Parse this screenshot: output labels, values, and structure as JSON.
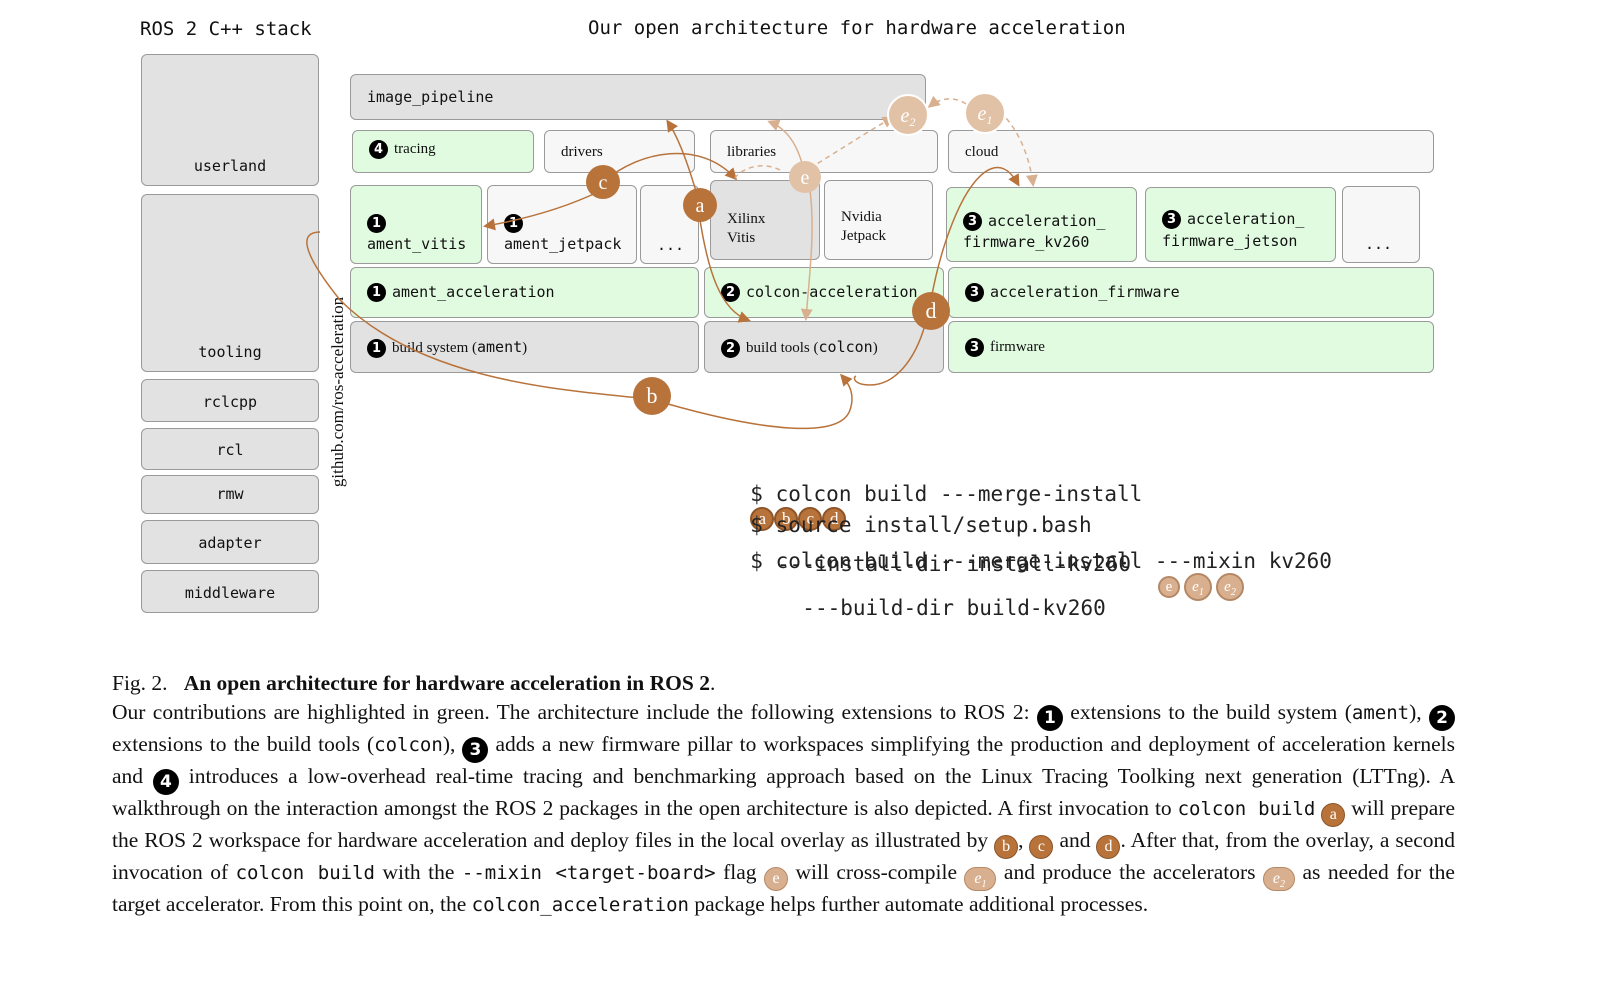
{
  "stack": {
    "title": "ROS 2 C++ stack",
    "layers": [
      "userland",
      "tooling",
      "rclcpp",
      "rcl",
      "rmw",
      "adapter",
      "middleware"
    ]
  },
  "arch": {
    "title": "Our open architecture for hardware acceleration",
    "repo_label": "github.com/ros-acceleration",
    "image_pipeline": "image_pipeline",
    "tracing": "tracing",
    "drivers": "drivers",
    "libraries": "libraries",
    "cloud": "cloud",
    "ament_vitis": "ament_vitis",
    "ament_jetpack": "ament_jetpack",
    "ellipsis": "...",
    "xilinx_vitis": [
      "Xilinx",
      "Vitis"
    ],
    "nvidia_jetpack": [
      "Nvidia",
      "Jetpack"
    ],
    "fw_kv260": [
      "acceleration_",
      "firmware_kv260"
    ],
    "fw_jetson": [
      "acceleration_",
      "firmware_jetson"
    ],
    "ament_acceleration": "ament_acceleration",
    "colcon_acceleration": "colcon-acceleration",
    "acceleration_firmware": "acceleration_firmware",
    "build_system_pre": "build system (",
    "build_system_mono": "ament",
    "build_system_post": ")",
    "build_tools_pre": "build tools (",
    "build_tools_mono": "colcon",
    "build_tools_post": ")",
    "firmware": "firmware",
    "numbers": [
      "1",
      "2",
      "3",
      "4"
    ],
    "step_labels": [
      "a",
      "b",
      "c",
      "d",
      "e"
    ],
    "e1": "e1",
    "e2": "e2"
  },
  "commands": {
    "prompt": "$",
    "line1": "colcon build ---merge-install",
    "line2": "source install/setup.bash",
    "line3": "colcon build ---merge-install ---mixin kv260",
    "line4": "---install-dir install-kv260",
    "line5": "---build-dir build-kv260"
  },
  "caption": {
    "fig": "Fig. 2.",
    "title": "An open architecture for hardware acceleration in ROS 2",
    "t1": "Our contributions are highlighted in green. The architecture include the following extensions to ROS 2:",
    "t2": "extensions to the build system (",
    "t2m": "ament",
    "t3": "),",
    "t4": "extensions to the build tools (",
    "t4m": "colcon",
    "t5": "),",
    "t6": "adds a new firmware pillar to workspaces simplifying the production and deployment of acceleration kernels and",
    "t7": "introduces a low-overhead real-time tracing and benchmarking approach based on the Linux Tracing Toolking next generation (LTTng). A walkthrough on the interaction amongst the ROS 2 packages in the open architecture is also depicted. A first invocation to",
    "t7m": "colcon build",
    "t8": "will prepare the ROS 2 workspace for hardware acceleration and deploy files in the local overlay as illustrated by",
    "t9": ",",
    "t10": "and",
    "t11": ". After that, from the overlay, a second invocation of",
    "t11m": "colcon build",
    "t12": "with the",
    "t12m": "--mixin <target-board>",
    "t13": "flag",
    "t14": "will cross-compile",
    "t15": "and produce the accelerators",
    "t16": "as needed for the target accelerator. From this point on, the",
    "t16m": "colcon_acceleration",
    "t17": "package helps further automate additional processes."
  },
  "colors": {
    "green": "#e1fbe1",
    "grey": "#e2e2e2",
    "brown": "#b8733b",
    "tan": "#d9b08f"
  }
}
